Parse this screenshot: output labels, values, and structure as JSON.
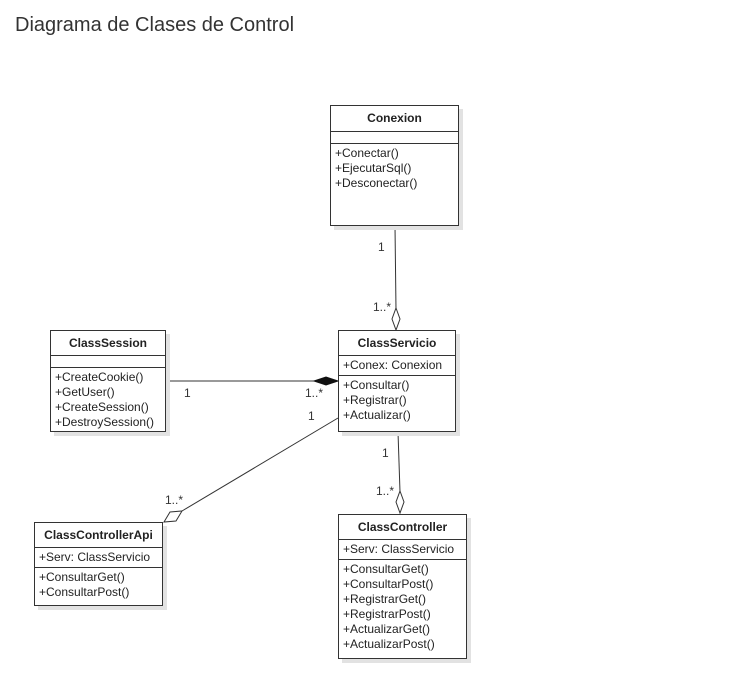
{
  "page": {
    "title": "Diagrama de Clases de Control"
  },
  "classes": {
    "conexion": {
      "name": "Conexion",
      "attributes": [],
      "operations": [
        "+Conectar()",
        "+EjecutarSql()",
        "+Desconectar()"
      ]
    },
    "session": {
      "name": "ClassSession",
      "attributes": [],
      "operations": [
        "+CreateCookie()",
        "+GetUser()",
        "+CreateSession()",
        "+DestroySession()"
      ]
    },
    "servicio": {
      "name": "ClassServicio",
      "attributes": [
        "+Conex: Conexion"
      ],
      "operations": [
        "+Consultar()",
        "+Registrar()",
        "+Actualizar()"
      ]
    },
    "controllerApi": {
      "name": "ClassControllerApi",
      "attributes": [
        "+Serv: ClassServicio"
      ],
      "operations": [
        "+ConsultarGet()",
        "+ConsultarPost()"
      ]
    },
    "controller": {
      "name": "ClassController",
      "attributes": [
        "+Serv: ClassServicio"
      ],
      "operations": [
        "+ConsultarGet()",
        "+ConsultarPost()",
        "+RegistrarGet()",
        "+RegistrarPost()",
        "+ActualizarGet()",
        "+ActualizarPost()"
      ]
    }
  },
  "associations": {
    "conexion_servicio": {
      "kind": "aggregation",
      "from_mult": "1",
      "to_mult": "1..*"
    },
    "session_servicio": {
      "kind": "composition",
      "from_mult": "1",
      "to_mult": "1..*"
    },
    "servicio_api": {
      "kind": "aggregation",
      "from_mult": "1",
      "to_mult": "1..*"
    },
    "servicio_controller": {
      "kind": "aggregation",
      "from_mult": "1",
      "to_mult": "1..*"
    }
  }
}
